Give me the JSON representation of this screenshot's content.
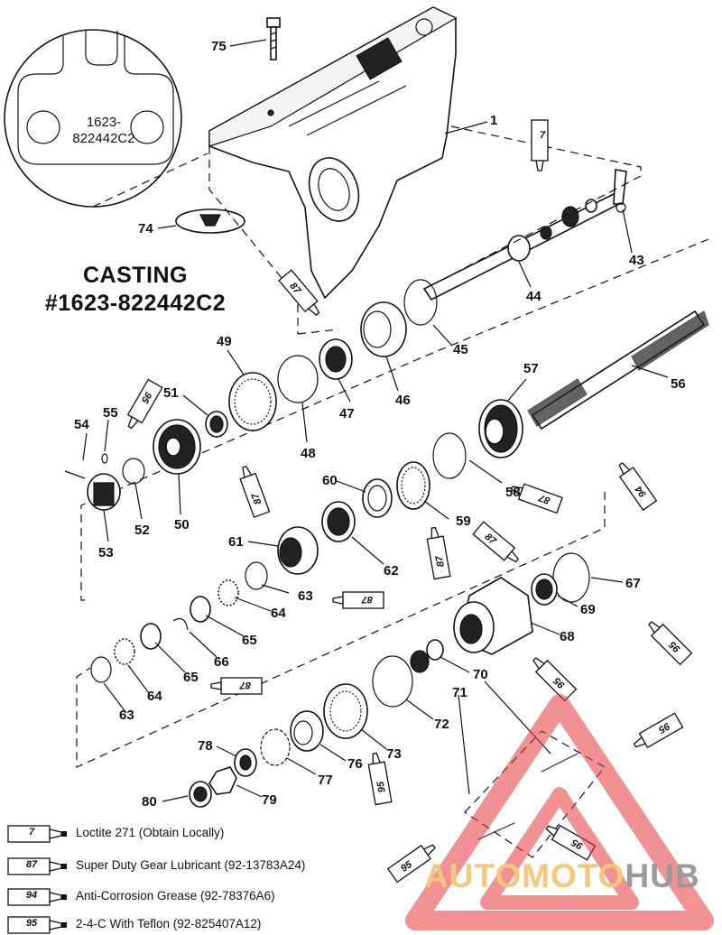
{
  "casting": {
    "line1": "CASTING",
    "line2": "#1623-822442C2"
  },
  "zoom_inset": {
    "line1": "1623-",
    "line2": "822442C2"
  },
  "callouts": [
    "75",
    "1",
    "7",
    "74",
    "43",
    "44",
    "87",
    "45",
    "49",
    "46",
    "47",
    "48",
    "56",
    "57",
    "51",
    "95",
    "55",
    "54",
    "58",
    "60",
    "59",
    "52",
    "50",
    "53",
    "61",
    "62",
    "63",
    "67",
    "69",
    "64",
    "68",
    "66",
    "65",
    "70",
    "71",
    "72",
    "73",
    "78",
    "76",
    "77",
    "79",
    "80",
    "94"
  ],
  "legend": [
    {
      "num": "7",
      "label": "Loctite 271 (Obtain Locally)"
    },
    {
      "num": "87",
      "label": "Super Duty Gear Lubricant (92-13783A24)"
    },
    {
      "num": "94",
      "label": "Anti-Corrosion Grease (92-78376A6)"
    },
    {
      "num": "95",
      "label": "2-4-C  With Teflon (92-825407A12)"
    }
  ],
  "watermark": {
    "part1": "AUTOMOTO",
    "part2": "HUB",
    "colors": {
      "logo": "#e8393d",
      "part1": "#f5c77a",
      "part2": "#9a9a9a"
    }
  }
}
